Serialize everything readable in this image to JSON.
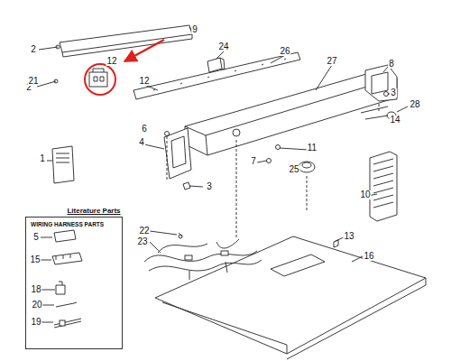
{
  "diagram": {
    "nodes": [
      {
        "text": [
          "WIRING HARNESS PARTS"
        ]
      }
    ],
    "labels": [
      "2",
      "9",
      "2",
      "12",
      "21",
      "12",
      "24",
      "26",
      "27",
      "8",
      "3",
      "28",
      "14",
      "6",
      "4",
      "11",
      "7",
      "25",
      "3",
      "1",
      "Literature Parts",
      "10",
      "22",
      "23",
      "13",
      "16",
      "5",
      "15",
      "18",
      "20",
      "19"
    ]
  }
}
